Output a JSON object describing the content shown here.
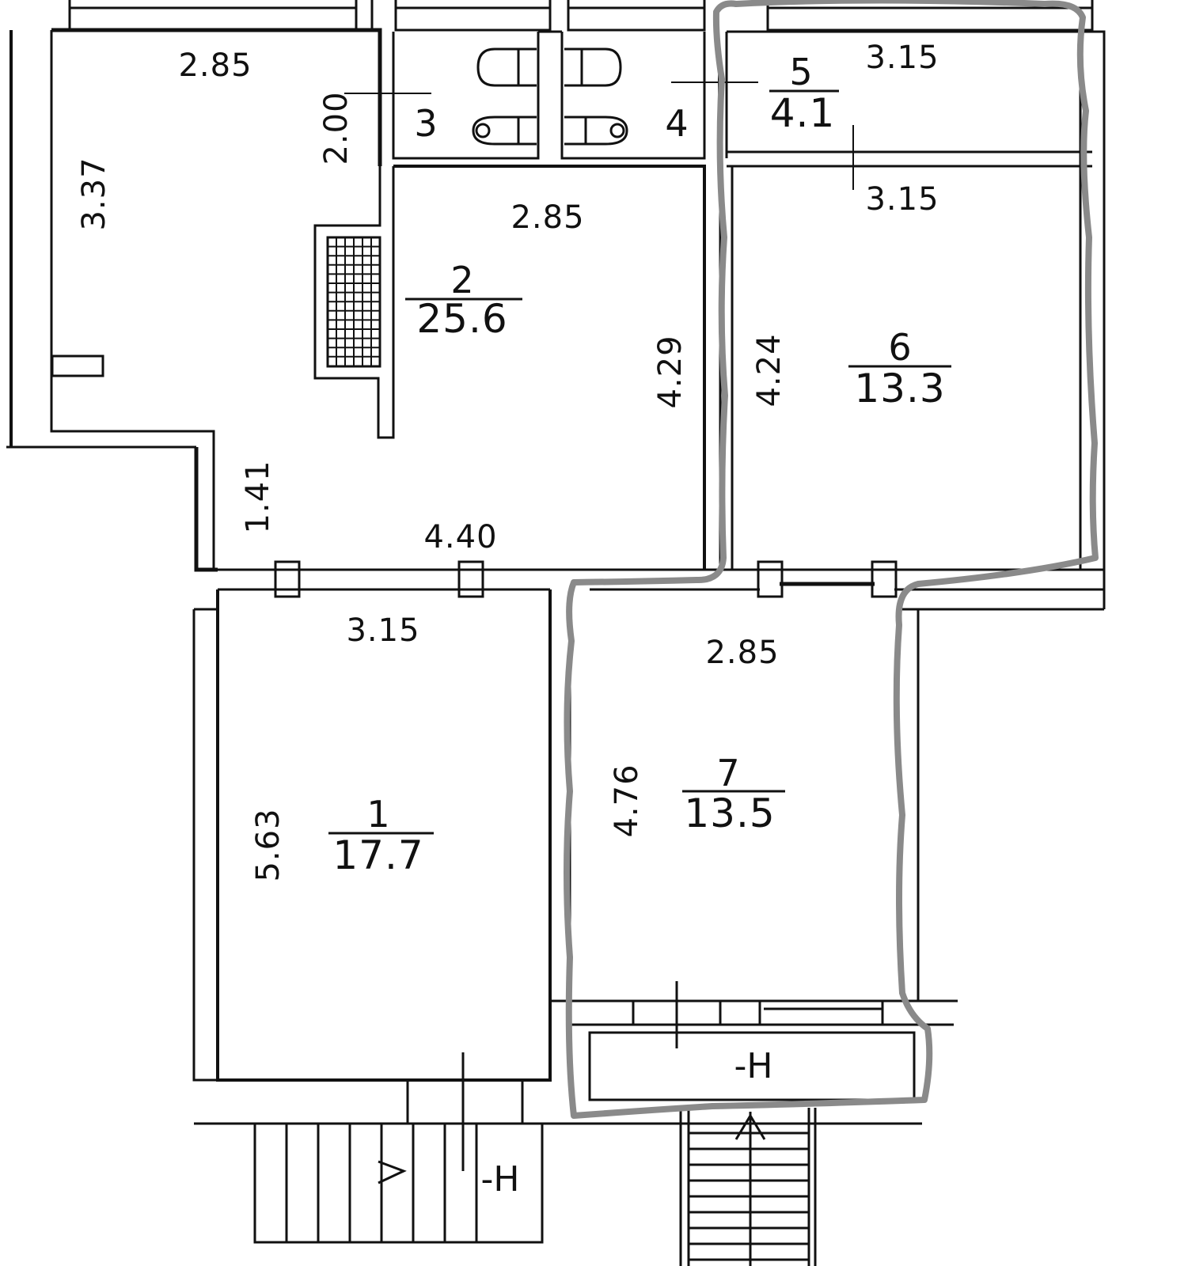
{
  "rooms": [
    {
      "id": "1",
      "area": "17.7",
      "dim_width": "3.15",
      "dim_length": "5.63"
    },
    {
      "id": "2",
      "area": "25.6",
      "dim_top_left": "2.85",
      "dim_top_right": "2.85",
      "dim_left_upper": "3.37",
      "dim_left_lower": "1.41",
      "dim_bottom": "4.40",
      "dim_right": "4.29",
      "dim_niche": "2.00"
    },
    {
      "id": "3"
    },
    {
      "id": "4"
    },
    {
      "id": "5",
      "area": "4.1",
      "dim_top": "3.15"
    },
    {
      "id": "6",
      "area": "13.3",
      "dim_top": "3.15",
      "dim_left": "4.24"
    },
    {
      "id": "7",
      "area": "13.5",
      "dim_top": "2.85",
      "dim_left": "4.76"
    }
  ],
  "marks": {
    "balcony_label": "-H",
    "stair_label": "-H"
  },
  "colors": {
    "line": "#111111",
    "highlight": "#8a8a8a",
    "background": "#ffffff"
  }
}
